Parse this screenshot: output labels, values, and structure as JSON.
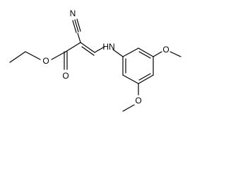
{
  "molecule": {
    "labels": {
      "nitrile_N": "N",
      "ester_O_single": "O",
      "ester_O_double": "O",
      "amine": "HN",
      "methoxy_O_top": "O",
      "methoxy_O_bottom": "O"
    }
  }
}
